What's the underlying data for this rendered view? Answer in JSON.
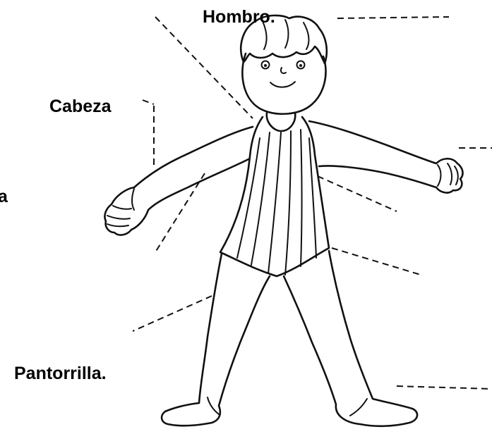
{
  "labels": {
    "hombro": "Hombro.",
    "cabeza": "Cabeza",
    "pantorrilla": "Pantorrilla.",
    "partial_left": "a"
  },
  "colors": {
    "ink": "#111111",
    "background": "#ffffff"
  }
}
